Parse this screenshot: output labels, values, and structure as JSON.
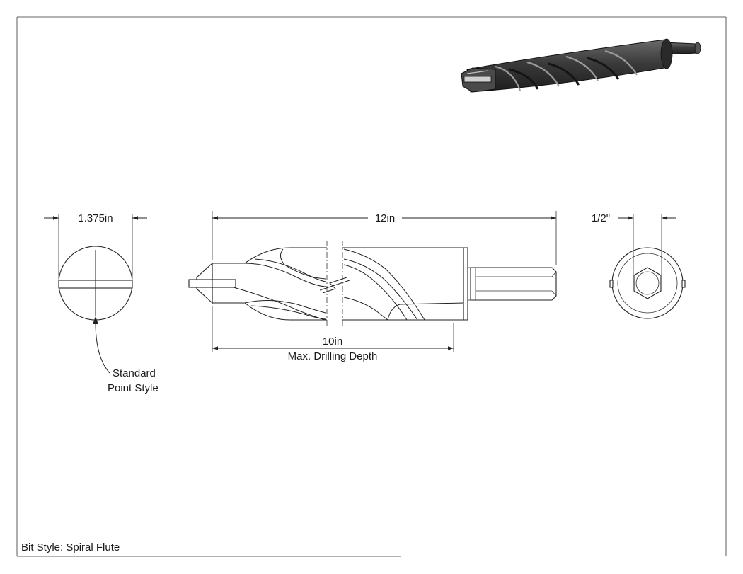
{
  "dimensions": {
    "point_diameter": "1.375in",
    "overall_length": "12in",
    "shank_size": "1/2\"",
    "drilling_depth_value": "10in",
    "drilling_depth_label": "Max. Drilling Depth"
  },
  "callout": {
    "line1": "Standard",
    "line2": "Point Style"
  },
  "footer": {
    "bit_style": "Bit Style: Spiral Flute"
  }
}
